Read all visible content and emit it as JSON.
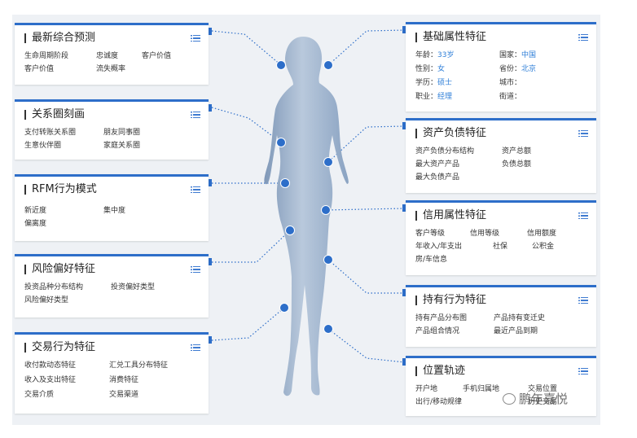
{
  "accent_color": "#2d6ec9",
  "value_color": "#2f7fd8",
  "left_cards": [
    {
      "title": "最新综合预测",
      "rows": [
        [
          "生命周期阶段",
          "忠诚度",
          "客户价值"
        ],
        [
          "客户价值",
          "流失概率"
        ]
      ]
    },
    {
      "title": "关系圈刻画",
      "rows": [
        [
          "支付转账关系圈",
          "朋友同事圈"
        ],
        [
          "生意伙伴圈",
          "家庭关系圈"
        ]
      ]
    },
    {
      "title": "RFM行为模式",
      "rows": [
        [
          "新近度",
          "集中度"
        ],
        [
          "偏离度"
        ]
      ]
    },
    {
      "title": "风险偏好特征",
      "rows": [
        [
          "投资品种分布结构",
          "投资偏好类型"
        ],
        [
          "风险偏好类型"
        ]
      ]
    },
    {
      "title": "交易行为特征",
      "rows": [
        [
          "收付款动态特征",
          "汇兑工具分布特征"
        ],
        [
          "收入及支出特征",
          "消费特征"
        ],
        [
          "交易介质",
          "交易渠道"
        ]
      ]
    }
  ],
  "right_cards": {
    "basic": {
      "title": "基础属性特征",
      "fields": [
        {
          "k": "年龄：",
          "v": "33岁",
          "k2": "国家：",
          "v2": "中国"
        },
        {
          "k": "性别：",
          "v": "女",
          "k2": "省份：",
          "v2": "北京"
        },
        {
          "k": "学历：",
          "v": "硕士",
          "k2": "城市：",
          "v2": ""
        },
        {
          "k": "职业：",
          "v": "经理",
          "k2": "街道：",
          "v2": ""
        }
      ]
    },
    "others": [
      {
        "title": "资产负债特征",
        "rows": [
          [
            "资产负债分布结构",
            "资产总额"
          ],
          [
            "最大资产产品",
            "负债总额"
          ],
          [
            "最大负债产品"
          ]
        ]
      },
      {
        "title": "信用属性特征",
        "rows": [
          [
            "客户等级",
            "信用等级",
            "信用额度"
          ],
          [
            "年收入/年支出",
            "社保",
            "公积金"
          ],
          [
            "房/车信息"
          ]
        ]
      },
      {
        "title": "持有行为特征",
        "rows": [
          [
            "持有产品分布图",
            "产品持有变迁史"
          ],
          [
            "产品组合情况",
            "最近产品到期"
          ]
        ]
      },
      {
        "title": "位置轨迹",
        "rows": [
          [
            "开户地",
            "手机归属地",
            "交易位置"
          ],
          [
            "出行/移动规律",
            "",
            "历史交易"
          ]
        ]
      }
    ]
  },
  "watermark": "鹏年嘉悦"
}
